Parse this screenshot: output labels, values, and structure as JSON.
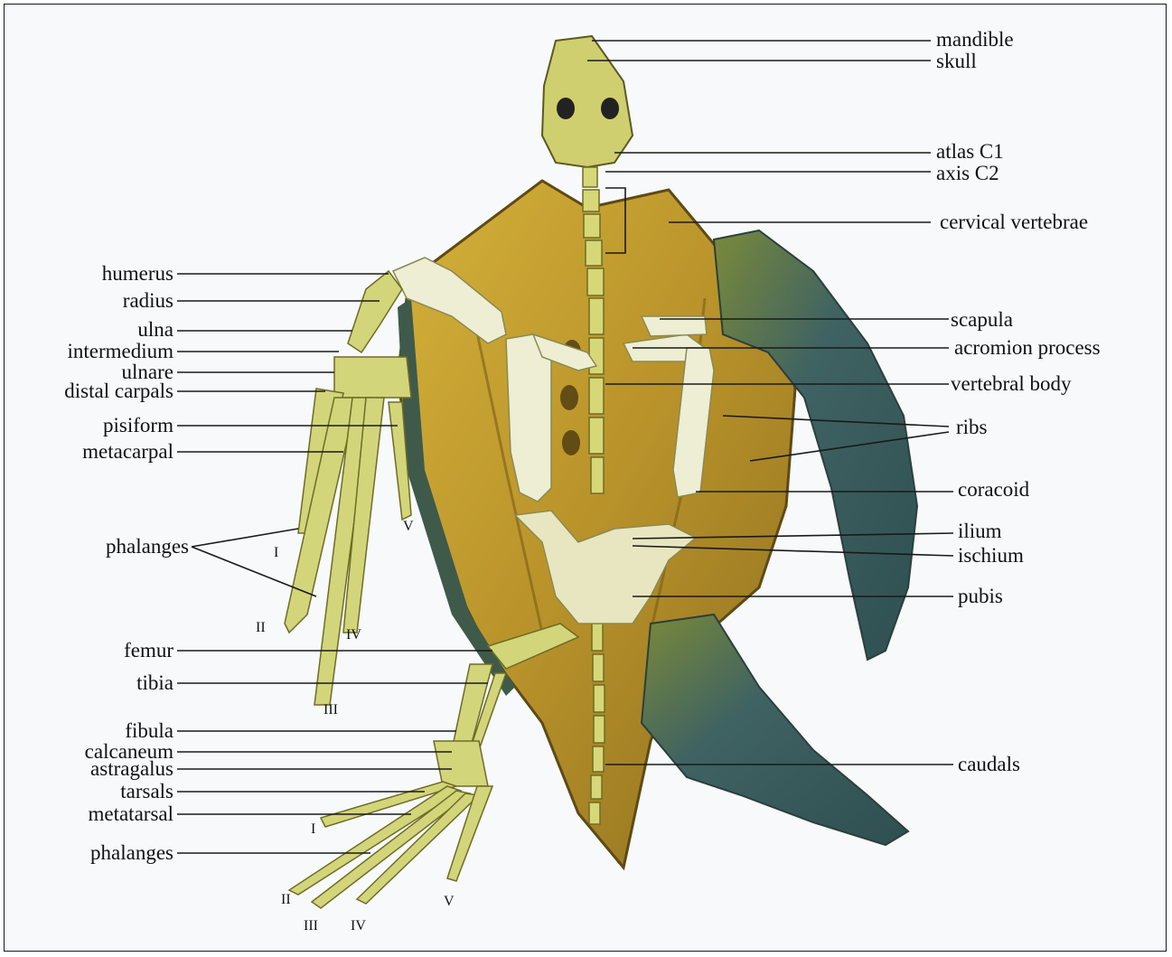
{
  "figure": {
    "labels_right": {
      "mandible": "mandible",
      "skull": "skull",
      "atlas": "atlas C1",
      "axis": "axis C2",
      "cervical": "cervical vertebrae",
      "scapula": "scapula",
      "acromion": "acromion process",
      "vertebral_body": "vertebral body",
      "ribs": "ribs",
      "coracoid": "coracoid",
      "ilium": "ilium",
      "ischium": "ischium",
      "pubis": "pubis",
      "caudals": "caudals"
    },
    "labels_left": {
      "humerus": "humerus",
      "radius": "radius",
      "ulna": "ulna",
      "intermedium": "intermedium",
      "ulnare": "ulnare",
      "distal_carpals": "distal carpals",
      "pisiform": "pisiform",
      "metacarpal": "metacarpal",
      "phalanges_fore": "phalanges",
      "femur": "femur",
      "tibia": "tibia",
      "fibula": "fibula",
      "calcaneum": "calcaneum",
      "astragalus": "astragalus",
      "tarsals": "tarsals",
      "metatarsal": "metatarsal",
      "phalanges_hind": "phalanges"
    },
    "digits_fore": {
      "I": "I",
      "II": "II",
      "III": "III",
      "IV": "IV",
      "V": "V"
    },
    "digits_hind": {
      "I": "I",
      "II": "II",
      "III": "III",
      "IV": "IV",
      "V": "V"
    }
  },
  "colors": {
    "background": "#f7f9fb",
    "shell_yellow": "#c9a629",
    "shell_dark": "#6b5a1c",
    "bone": "#d8dc7a",
    "bone_light": "#efeed0",
    "flipper": "#3f6262",
    "leader_line": "#1a1a1a"
  }
}
